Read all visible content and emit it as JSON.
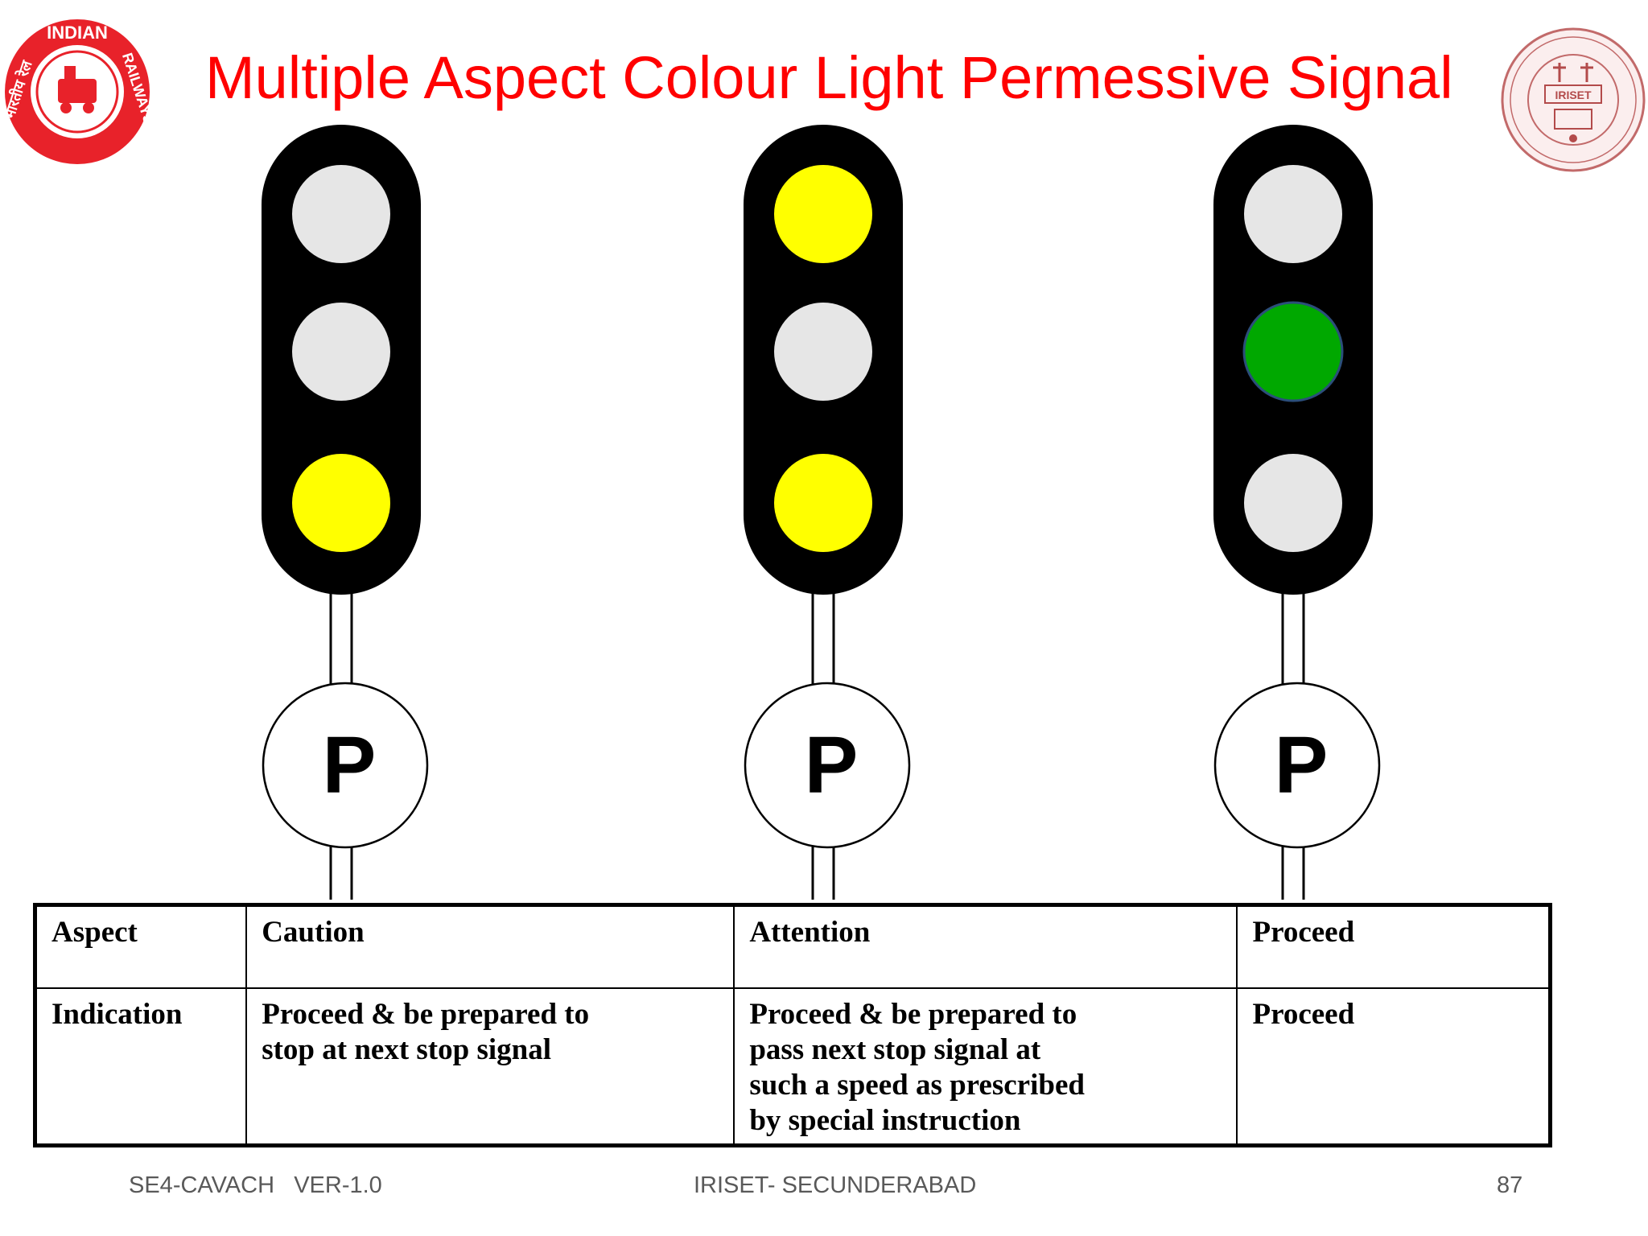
{
  "slide": {
    "title": "Multiple Aspect Colour Light  Permessive Signal",
    "logo_left": {
      "name": "indian-railways-logo",
      "text_top": "INDIAN",
      "text_right": "RAILWAYS",
      "text_hindi": "भारतीय रेल"
    },
    "logo_right": {
      "name": "iriset-logo",
      "text": "IRISET"
    }
  },
  "colors": {
    "title": "#ff0000",
    "lamp_off": "#e6e6e6",
    "lamp_yellow": "#ffff00",
    "lamp_green": "#00a800",
    "signal_body": "#000000"
  },
  "signals": [
    {
      "lamps": [
        "off",
        "off",
        "yellow"
      ],
      "marker": "P",
      "aspect": "Caution"
    },
    {
      "lamps": [
        "yellow",
        "off",
        "yellow"
      ],
      "marker": "P",
      "aspect": "Attention"
    },
    {
      "lamps": [
        "off",
        "green",
        "off"
      ],
      "marker": "P",
      "aspect": "Proceed"
    }
  ],
  "table": {
    "row_aspect": {
      "header": "Aspect",
      "cells": [
        "Caution",
        "Attention",
        "Proceed"
      ]
    },
    "row_indication": {
      "header": "Indication",
      "cells": [
        [
          "Proceed & be prepared to",
          "stop at next stop signal"
        ],
        [
          "Proceed & be prepared to",
          "pass next stop signal at",
          "such a speed as prescribed",
          "by special instruction"
        ],
        [
          "Proceed"
        ]
      ]
    }
  },
  "footer": {
    "left": "SE4-CAVACH   VER-1.0",
    "center": "IRISET- SECUNDERABAD",
    "page": "87"
  }
}
